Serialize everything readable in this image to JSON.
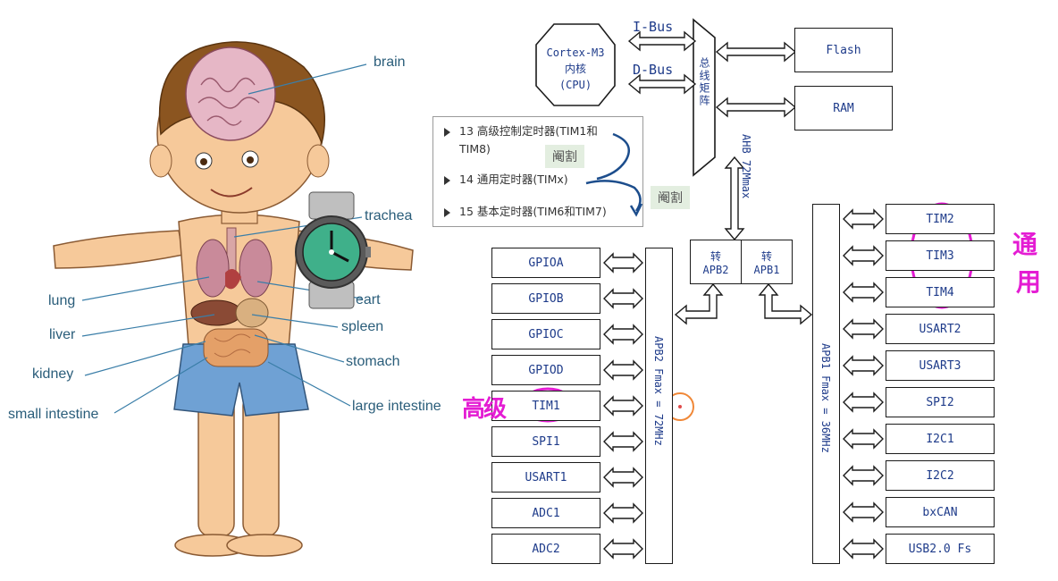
{
  "anatomy": {
    "labels": {
      "brain": "brain",
      "trachea": "trachea",
      "lung": "lung",
      "heart": "eart",
      "liver": "liver",
      "spleen": "spleen",
      "kidney": "kidney",
      "stomach": "stomach",
      "small_intestine": "small intestine",
      "large_intestine": "large intestine"
    }
  },
  "toc": {
    "items": [
      {
        "line1": "13 高级控制定时器(TIM1和",
        "line2": "TIM8)"
      },
      {
        "line1": "14 通用定时器(TIMx)"
      },
      {
        "line1": "15 基本定时器(TIM6和TIM7)"
      }
    ],
    "tags": [
      "阉割",
      "阉割"
    ]
  },
  "diagram": {
    "cpu": {
      "line1": "Cortex-M3",
      "line2": "内核",
      "line3": "(CPU)"
    },
    "ibus": "I-Bus",
    "dbus": "D-Bus",
    "bus_matrix": "总线矩阵",
    "flash": "Flash",
    "ram": "RAM",
    "ahb": "AHB 72Mmax",
    "bridge_apb2": {
      "top": "转",
      "bottom": "APB2"
    },
    "bridge_apb1": {
      "top": "转",
      "bottom": "APB1"
    },
    "apb2_bus": "APB2 Fmax = 72MHz",
    "apb1_bus": "APB1 Fmax = 36MHz",
    "apb2_peripherals": [
      "GPIOA",
      "GPIOB",
      "GPIOC",
      "GPIOD",
      "TIM1",
      "SPI1",
      "USART1",
      "ADC1",
      "ADC2"
    ],
    "apb1_peripherals": [
      "TIM2",
      "TIM3",
      "TIM4",
      "USART2",
      "USART3",
      "SPI2",
      "I2C1",
      "I2C2",
      "bxCAN",
      "USB2.0 Fs"
    ]
  },
  "annotations": {
    "advanced": "高级",
    "general": [
      "通",
      "用"
    ]
  },
  "colors": {
    "diagram_text": "#1e3b8a",
    "annotation": "#e41cd3",
    "label": "#2a5d7a"
  }
}
